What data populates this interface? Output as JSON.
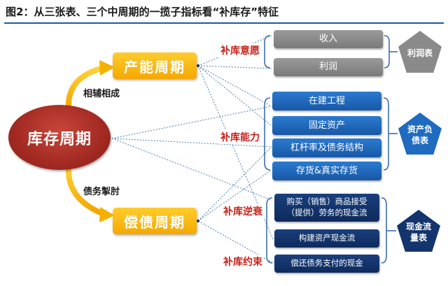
{
  "title": "图2：从三张表、三个中周期的一揽子指标看“补库存”特征",
  "center": "库存周期",
  "cycles": {
    "capacity": "产能周期",
    "debt": "偿债周期"
  },
  "relations": {
    "complement": "相辅相成",
    "constraint": "债务掣肘"
  },
  "drivers": {
    "willingness": "补库意愿",
    "ability": "补库能力",
    "pressure": "补库逆衰",
    "restriction": "补库约束"
  },
  "income_items": [
    "收入",
    "利润"
  ],
  "balance_items": [
    "在建工程",
    "固定资产",
    "杠杆率及债务结构",
    "存货&真实存货"
  ],
  "cashflow_items": [
    "购买（销售）商品接受（提供）劳务的现金流",
    "构建资产现金流",
    "偿还债务支付的现金"
  ],
  "statements": {
    "income": "利润表",
    "balance": "资产负债表",
    "cashflow": "现金流量表"
  },
  "colors": {
    "red": "#a22a22",
    "gold": "#f5a800",
    "gray": "#8a8a8a",
    "blue": "#1f6bbf",
    "navy": "#13346c",
    "label_red": "#c8231c"
  }
}
